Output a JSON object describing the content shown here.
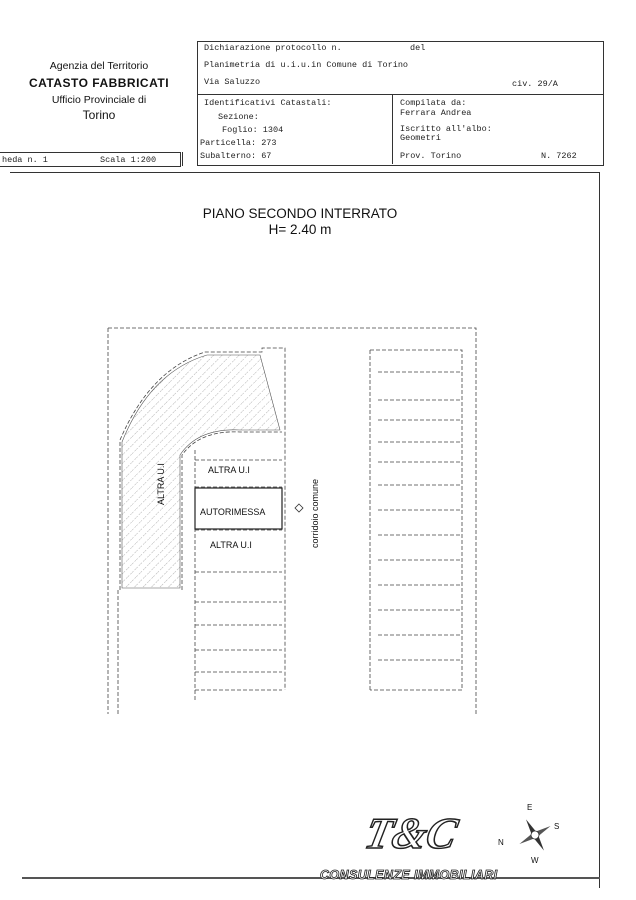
{
  "header": {
    "agency": {
      "line1": "Agenzia del Territorio",
      "line2": "CATASTO FABBRICATI",
      "line3": "Ufficio Provinciale di",
      "line4": "Torino"
    },
    "scheda": "heda n. 1",
    "scala": "Scala 1:200",
    "declaration": {
      "protocol_label": "Dichiarazione protocollo n.",
      "del_label": "del",
      "planimetria": "Planimetria di u.i.u.in Comune di Torino",
      "street": "Via Saluzzo",
      "civ": "civ. 29/A"
    },
    "cadastral": {
      "title": "Identificativi Catastali:",
      "sezione": "Sezione:",
      "foglio": "Foglio: 1304",
      "particella": "Particella: 273",
      "subalterno": "Subalterno: 67"
    },
    "compiled": {
      "label": "Compilata da:",
      "name": "Ferrara Andrea",
      "albo_label": "Iscritto all'albo:",
      "albo_value": "Geometri",
      "prov": "Prov. Torino",
      "number": "N. 7262"
    }
  },
  "plan": {
    "title_line1": "PIANO SECONDO INTERRATO",
    "title_line2": "H= 2.40 m",
    "rooms": {
      "altra_ui_top": "ALTRA U.I",
      "autorimessa": "AUTORIMESSA",
      "altra_ui_bottom": "ALTRA U.I",
      "altra_ui_vertical": "ALTRA U.I",
      "corridor": "corridoio comune"
    }
  },
  "logo": {
    "mark": "T&C",
    "tagline": "CONSULENZE IMMOBILIARI"
  },
  "compass": {
    "n": "N",
    "e": "E",
    "s": "S",
    "w": "W"
  }
}
